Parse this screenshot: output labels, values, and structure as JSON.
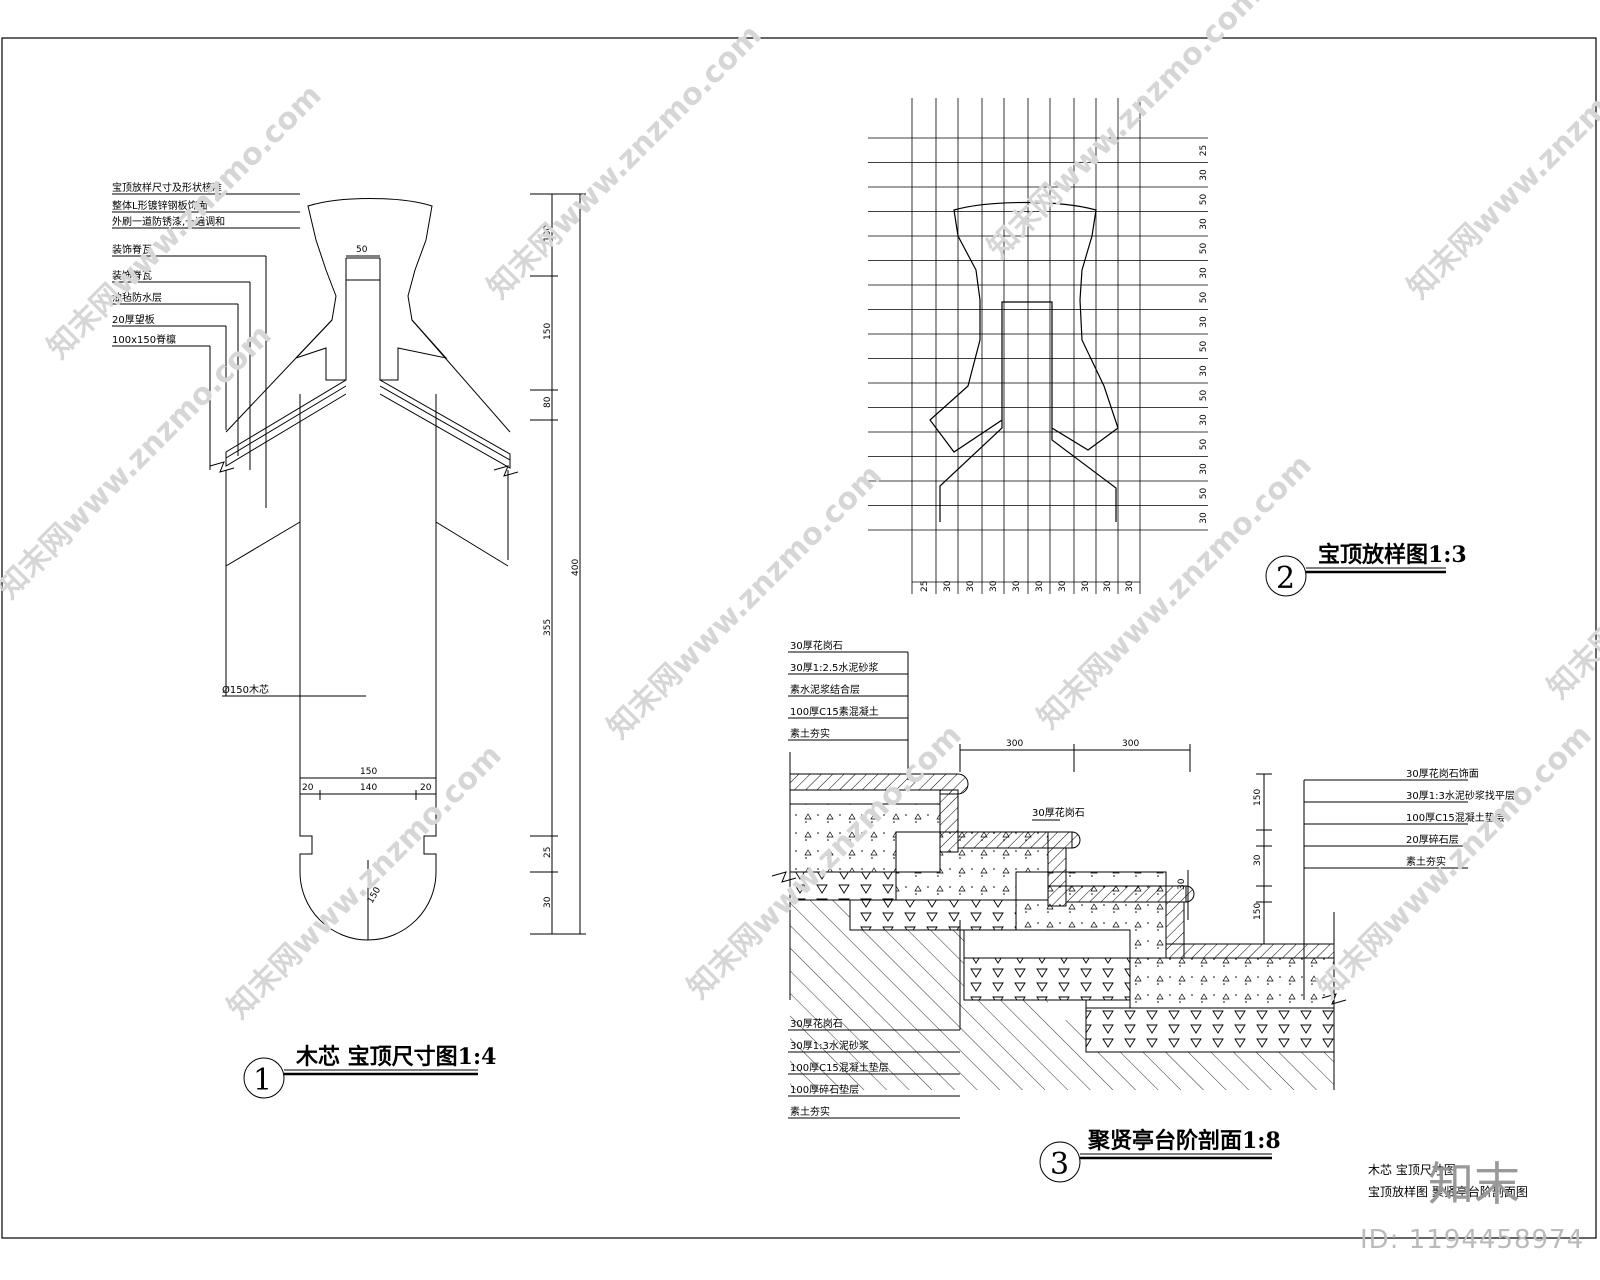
{
  "drawing_1": {
    "title": "木芯   宝顶尺寸图1:4",
    "number": "1",
    "labels": [
      "宝顶放样尺寸及形状核准",
      "整体L形镀锌钢板饰面",
      "外刷一道防锈漆,一遍调和",
      "装饰脊瓦",
      "装饰脊瓦",
      "油毡防水层",
      "20厚望板",
      "100x150脊檩",
      "Ø150木芯"
    ],
    "dims_right": [
      "100",
      "150",
      "80",
      "400",
      "355",
      "25",
      "30"
    ],
    "dims_inner": [
      "50",
      "150",
      "20",
      "140",
      "20",
      "150"
    ]
  },
  "drawing_2": {
    "title": "宝顶放样图1:3",
    "number": "2",
    "dims_right": [
      "25",
      "30",
      "50",
      "30",
      "50",
      "30",
      "50",
      "30",
      "50",
      "30",
      "50",
      "30",
      "50",
      "30",
      "50",
      "30"
    ],
    "dims_bottom": [
      "25",
      "30",
      "30",
      "30",
      "30",
      "30",
      "30",
      "30",
      "30",
      "30"
    ]
  },
  "drawing_3": {
    "title": "聚贤亭台阶剖面1:8",
    "number": "3",
    "labels_top": [
      "30厚花岗石",
      "30厚1:2.5水泥砂浆",
      "素水泥浆结合层",
      "100厚C15素混凝土",
      "素土夯实"
    ],
    "labels_mid": [
      "30厚花岗石"
    ],
    "labels_right": [
      "30厚花岗石饰面",
      "30厚1:3水泥砂浆找平层",
      "100厚C15混凝土垫层",
      "20厚碎石层",
      "素土夯实"
    ],
    "labels_bottom": [
      "30厚花岗石",
      "30厚1:3水泥砂浆",
      "100厚C15混凝土垫层",
      "100厚碎石垫层",
      "素土夯实"
    ],
    "dims_top": [
      "300",
      "300"
    ],
    "dims_right": [
      "150",
      "30",
      "150",
      "30"
    ]
  },
  "footer": {
    "legend_line1": "木芯   宝顶尺寸图",
    "legend_line2": "宝顶放样图   聚贤亭台阶剖面图"
  },
  "watermark": {
    "text": "知末网www.znzmo.com",
    "logo": "知末",
    "id": "ID: 1194458974"
  }
}
